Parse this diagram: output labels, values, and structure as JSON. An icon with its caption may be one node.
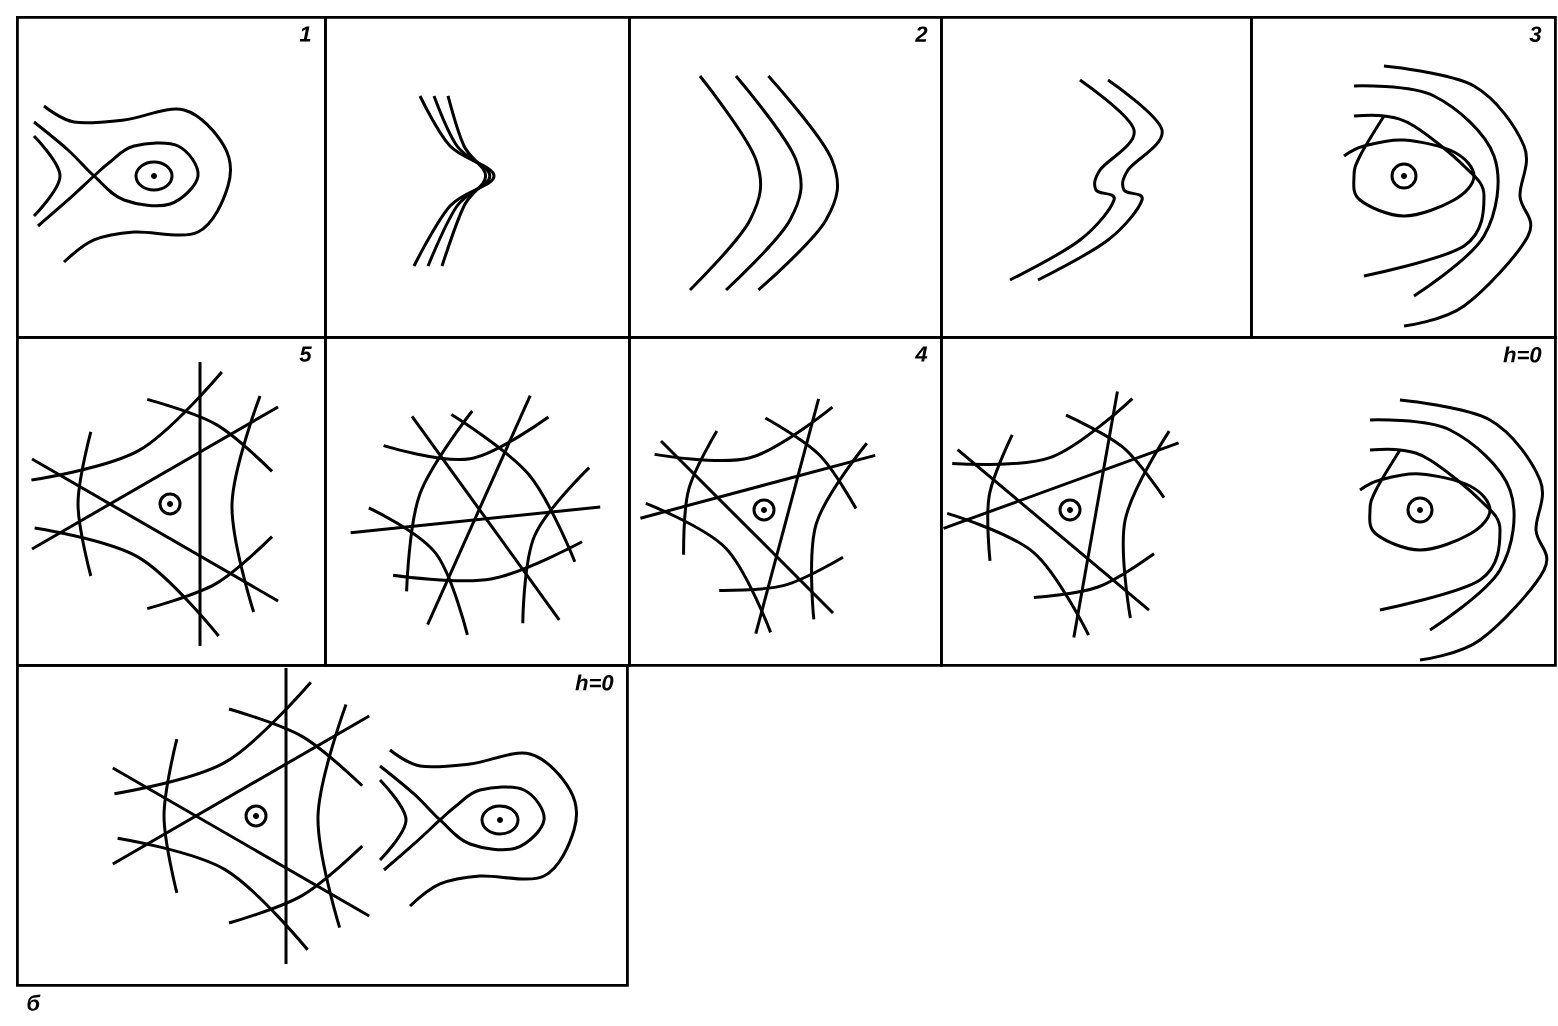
{
  "diagram": {
    "nodes": [
      {
        "text": [
          "1"
        ]
      },
      {
        "text": [],
        "shape": "box"
      },
      {
        "text": [
          "2"
        ]
      },
      {
        "text": [],
        "shape": "box"
      },
      {
        "text": [
          "3"
        ]
      },
      {
        "text": [
          "5"
        ]
      },
      {
        "text": [],
        "shape": "box"
      },
      {
        "text": [
          "4"
        ]
      },
      {
        "text": [
          "h=0"
        ]
      },
      {
        "text": [
          "h=0"
        ]
      }
    ],
    "labels": [
      "б"
    ]
  }
}
